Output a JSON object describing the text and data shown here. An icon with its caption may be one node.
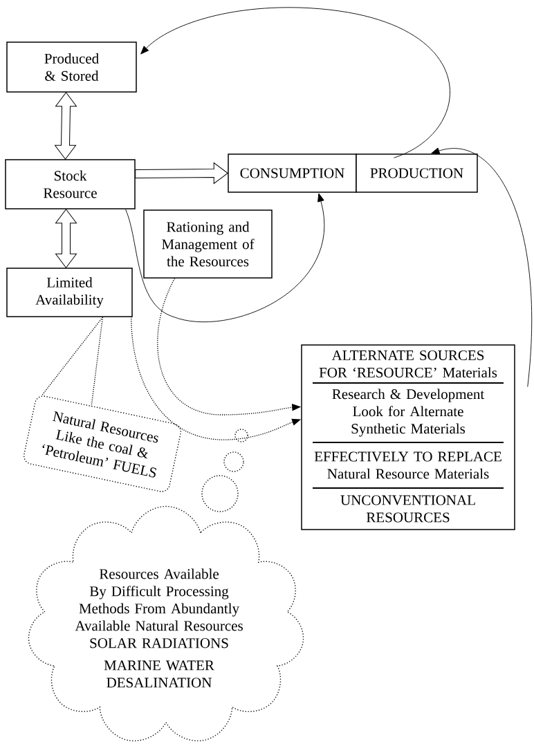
{
  "diagram": {
    "nodes": [
      {
        "text": [
          "Produced & Stored"
        ]
      },
      {
        "text": [
          "Stock Resource"
        ]
      },
      {
        "text": [
          "CONSUMPTION"
        ]
      },
      {
        "text": [
          "PRODUCTION"
        ]
      },
      {
        "text": [
          "Rationing and Management of the Resources"
        ]
      },
      {
        "text": [
          "Limited Availability"
        ]
      },
      {
        "text": [
          "Natural Resources Like the coal & ‘Petroleum’ FUELS"
        ]
      },
      {
        "text": [
          "ALTERNATE SOURCES FOR ‘RESOURCE’ Materials",
          "Research & Development Look for Alternate Synthetic Materials",
          "EFFECTIVELY TO REPLACE Natural Resource Materials",
          "UNCONVENTIONAL RESOURCES"
        ]
      },
      {
        "text": [
          "Resources Available By Difficult Processing Methods From Abundantly Available Natural Resources SOLAR RADIATIONS",
          "MARINE WATER DESALINATION"
        ]
      }
    ],
    "edges": [
      {
        "from": 0,
        "to": 1,
        "arrow": "both",
        "style": "thick"
      },
      {
        "from": 1,
        "to": 5,
        "arrow": "both",
        "style": "thick"
      },
      {
        "from": 1,
        "to": 2,
        "arrow": "to",
        "style": "thick"
      },
      {
        "from": 3,
        "to": 0,
        "arrow": "to"
      },
      {
        "from": 1,
        "to": 2,
        "arrow": "to"
      },
      {
        "from": 7,
        "to": 3,
        "arrow": "to"
      },
      {
        "from": 4,
        "to": 7,
        "arrow": "to",
        "style": "dashed"
      },
      {
        "from": 5,
        "to": 7,
        "arrow": "to",
        "style": "dashed"
      },
      {
        "from": 5,
        "to": 6,
        "arrow": "none",
        "style": "dashed"
      }
    ]
  }
}
